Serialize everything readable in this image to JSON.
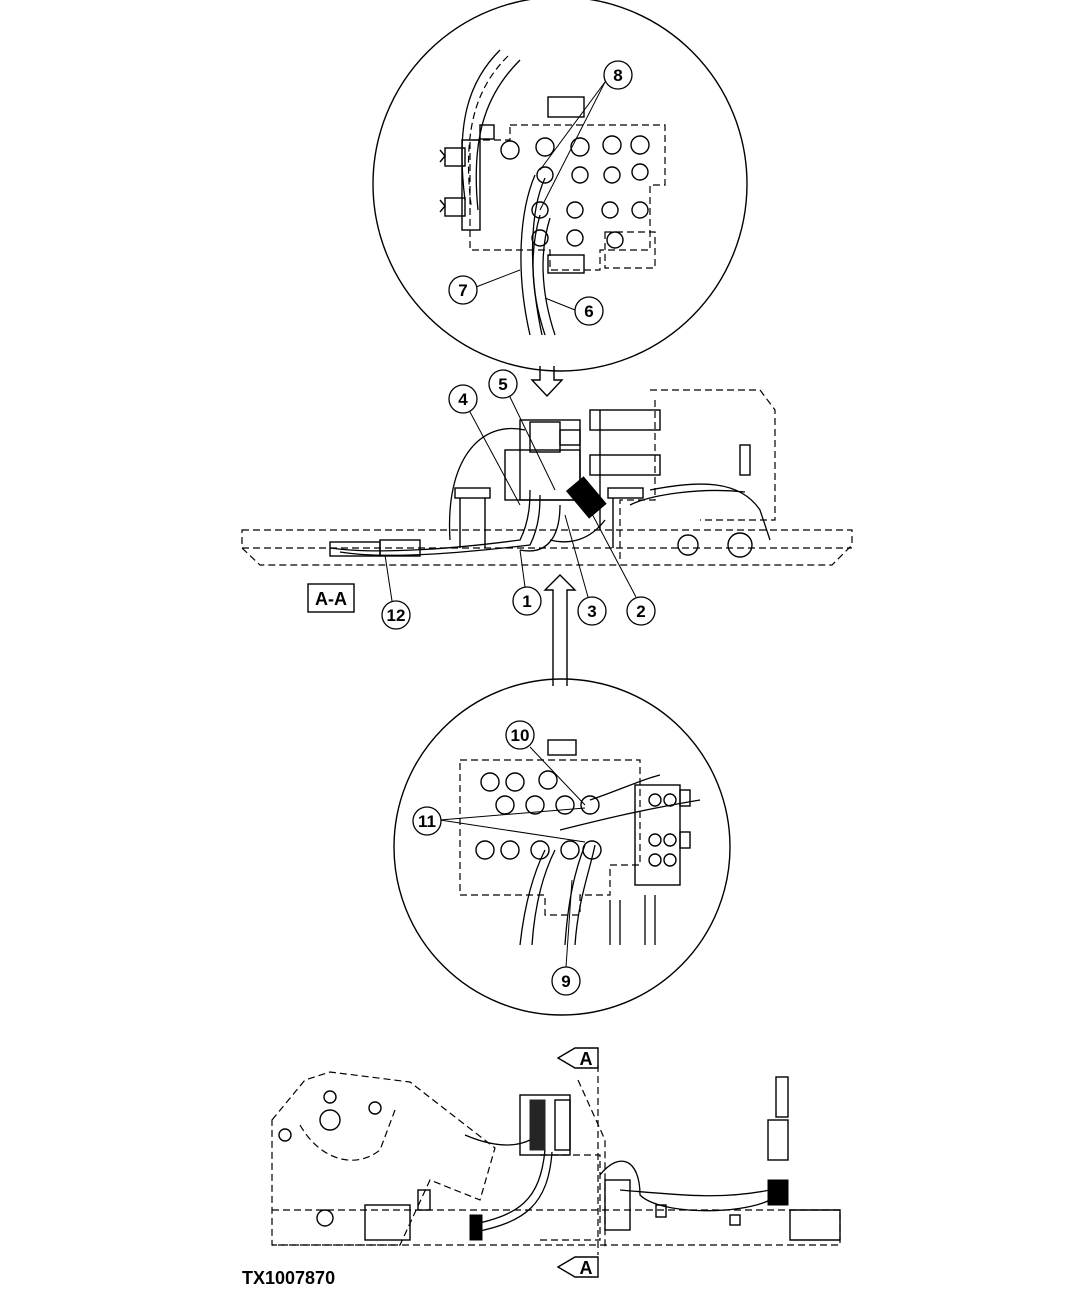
{
  "callouts": [
    "1",
    "2",
    "3",
    "4",
    "5",
    "6",
    "7",
    "8",
    "9",
    "10",
    "11",
    "12"
  ],
  "section_label": "A-A",
  "section_marker": "A",
  "reference_number": "TX1007870"
}
